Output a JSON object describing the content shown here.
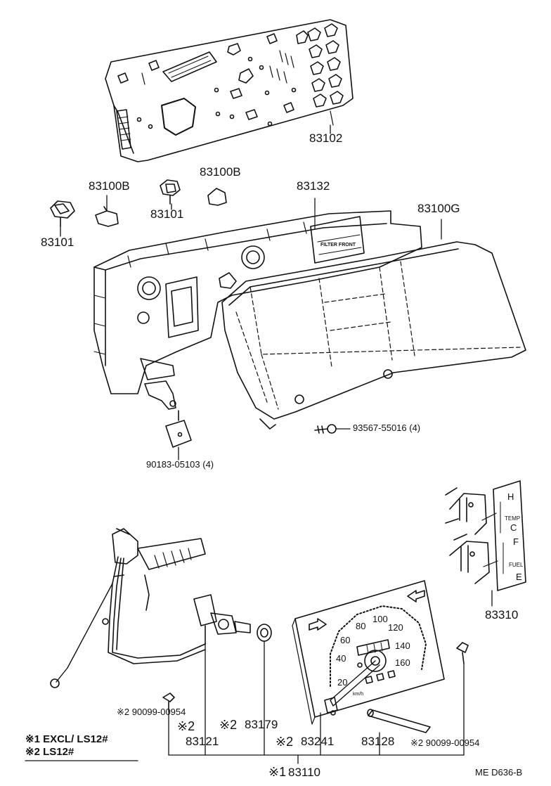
{
  "diagram": {
    "part_labels": {
      "p83102": "83102",
      "p83100b_1": "83100B",
      "p83100b_2": "83100B",
      "p83132": "83132",
      "p83101_1": "83101",
      "p83101_2": "83101",
      "p83100g": "83100G",
      "p93567": "93567-55016 (4)",
      "p90183": "90183-05103 (4)",
      "p83310": "83310",
      "p90099_left": "※2 90099-00954",
      "p83121": "83121",
      "p83179": "83179",
      "p83241": "83241",
      "p83128": "83128",
      "p90099_right": "※2  90099-00954",
      "p83110": "83110"
    },
    "markers": {
      "m_83121": "※2",
      "m_83179": "※2",
      "m_83241": "※2",
      "m_83110": "※1"
    },
    "notes": {
      "note1": "※1 EXCL/ LS12#",
      "note2": "※2 LS12#"
    },
    "gauge_marks": {
      "H": "H",
      "C": "C",
      "F": "F",
      "E": "E",
      "temp": "TEMP",
      "fuel": "FUEL"
    },
    "speedometer": {
      "ticks": [
        "20",
        "40",
        "60",
        "80",
        "100",
        "120",
        "140",
        "160"
      ],
      "unit": "km/h"
    },
    "panel_text": "FILTER  FRONT",
    "code": "ME  D636-B"
  }
}
